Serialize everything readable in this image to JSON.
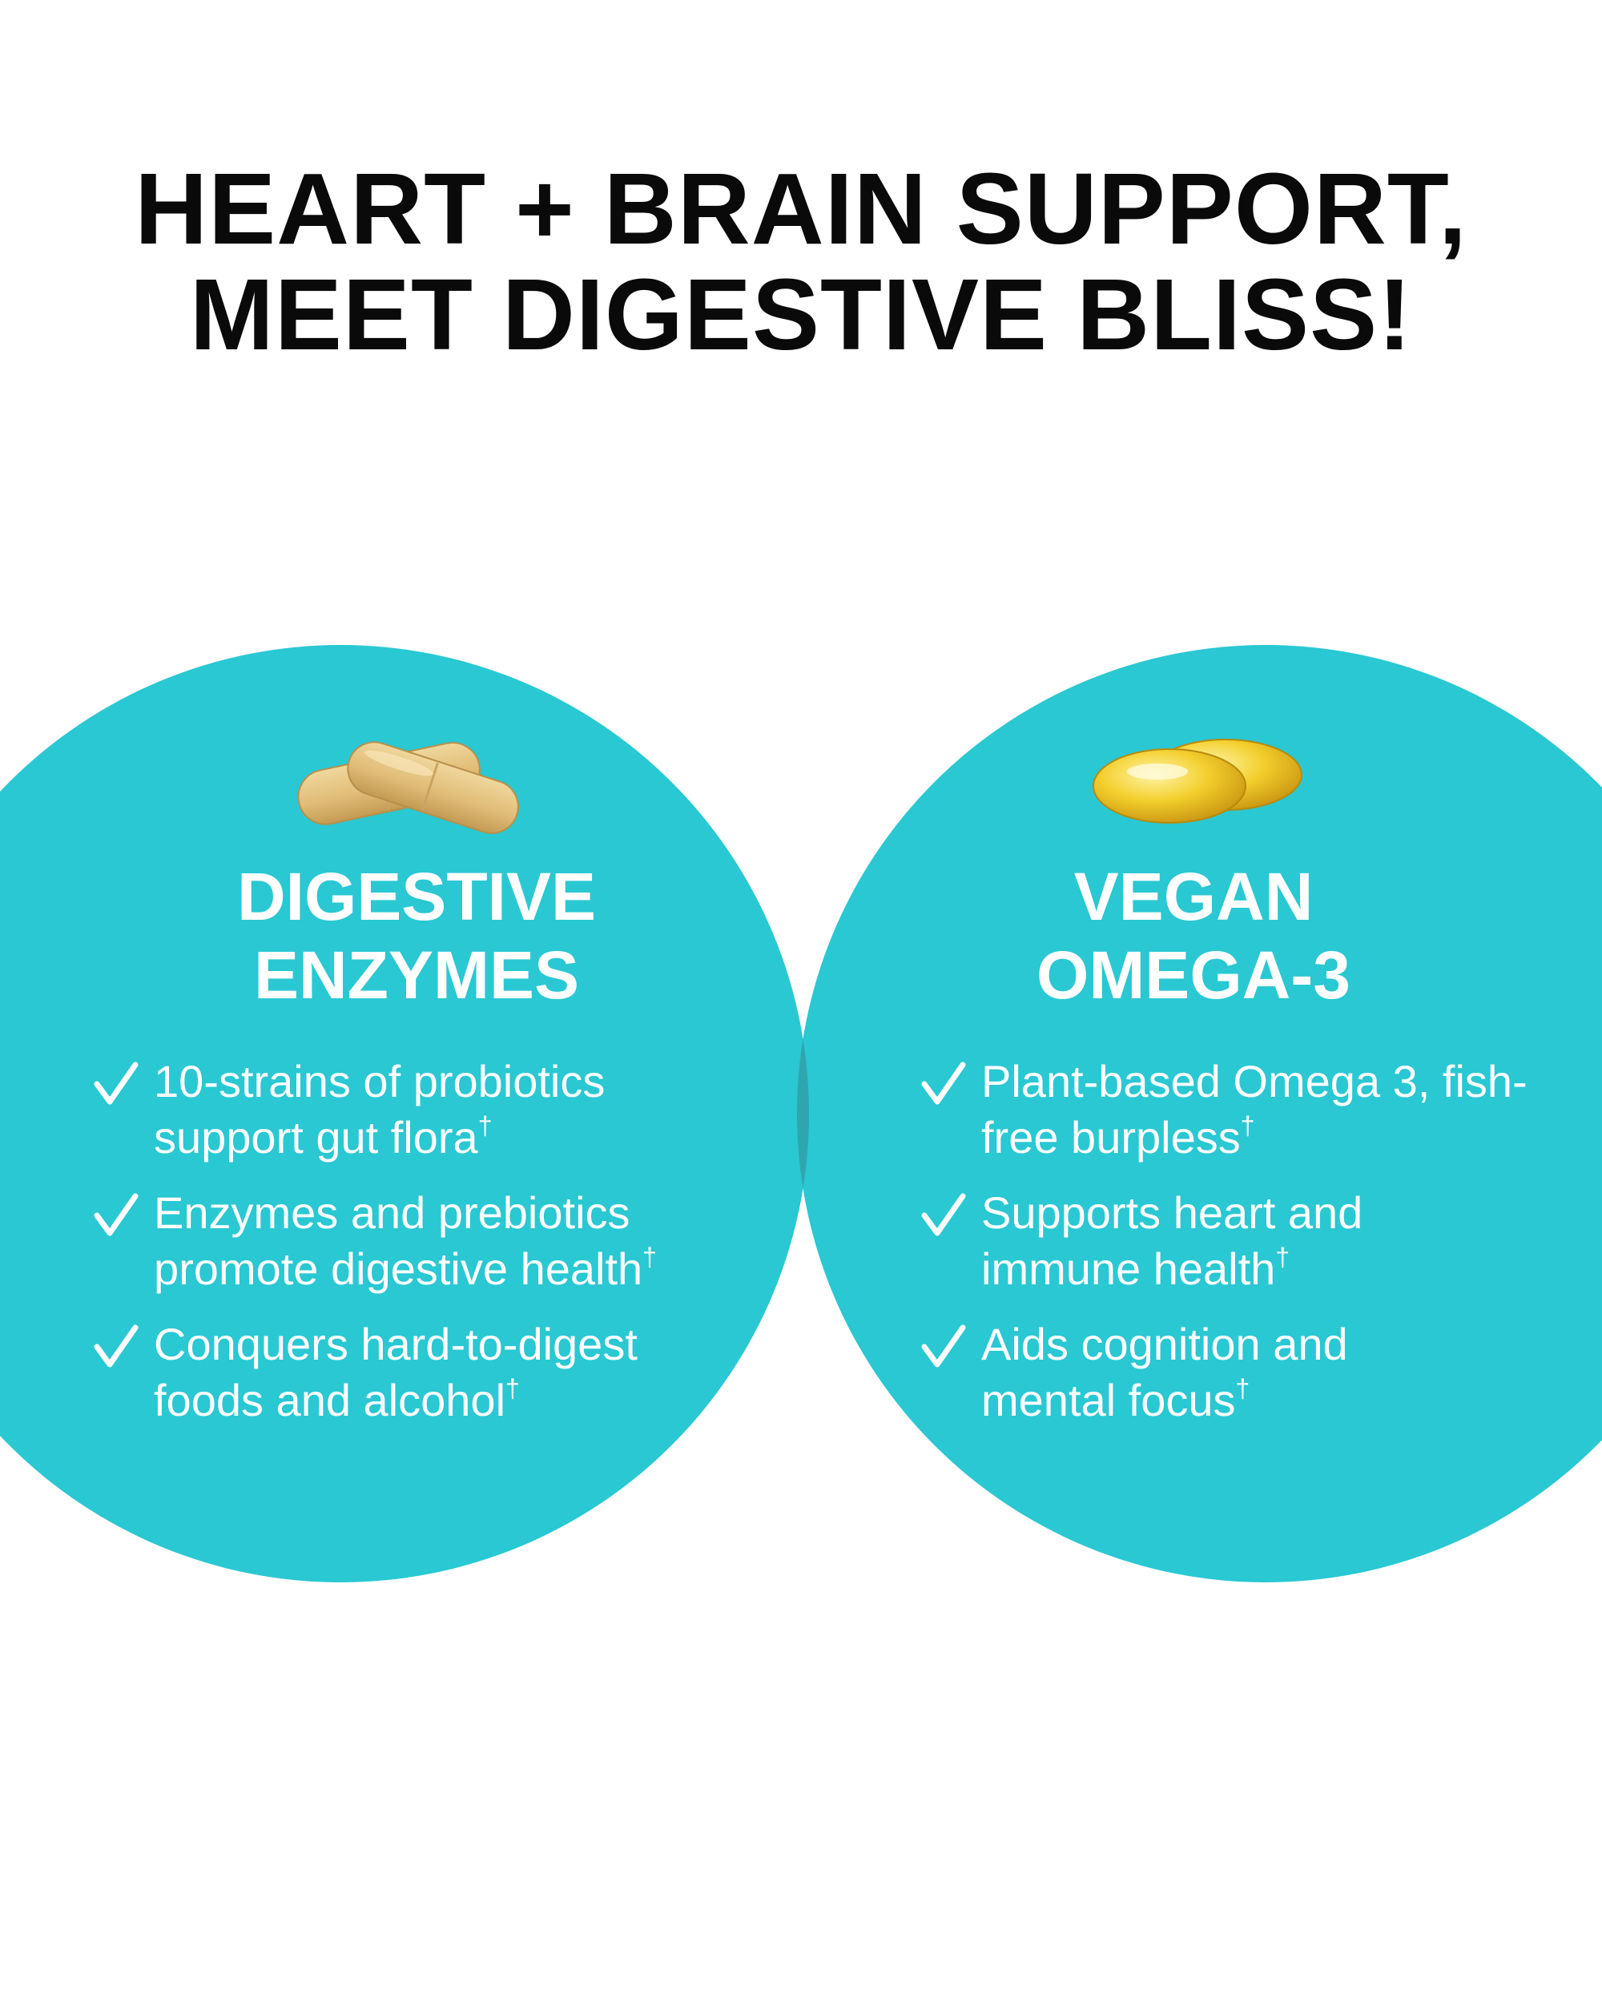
{
  "headline": {
    "line1": "HEART + BRAIN SUPPORT,",
    "line2": "MEET DIGESTIVE BLISS!"
  },
  "colors": {
    "circle": "#29c8d3",
    "overlap": "#2fa6ae",
    "text_on_circle": "#ffffff",
    "headline": "#0a0a0a",
    "capsule": "#e3c281",
    "softgel": "#f3cf2d"
  },
  "left_panel": {
    "icon": "capsule-icon",
    "title_line1": "DIGESTIVE",
    "title_line2": "ENZYMES",
    "benefits": [
      {
        "text": "10-strains of probiotics support gut flora",
        "mark": "†"
      },
      {
        "text": "Enzymes and prebiotics promote digestive health",
        "mark": "†"
      },
      {
        "text": "Conquers hard-to-digest foods and alcohol",
        "mark": "†"
      }
    ]
  },
  "right_panel": {
    "icon": "softgel-icon",
    "title_line1": "VEGAN",
    "title_line2": "OMEGA-3",
    "benefits": [
      {
        "text": "Plant-based Omega 3, fish-free burpless",
        "mark": "†"
      },
      {
        "text": "Supports heart and immune health",
        "mark": "†"
      },
      {
        "text": "Aids cognition and mental focus",
        "mark": "†"
      }
    ]
  }
}
